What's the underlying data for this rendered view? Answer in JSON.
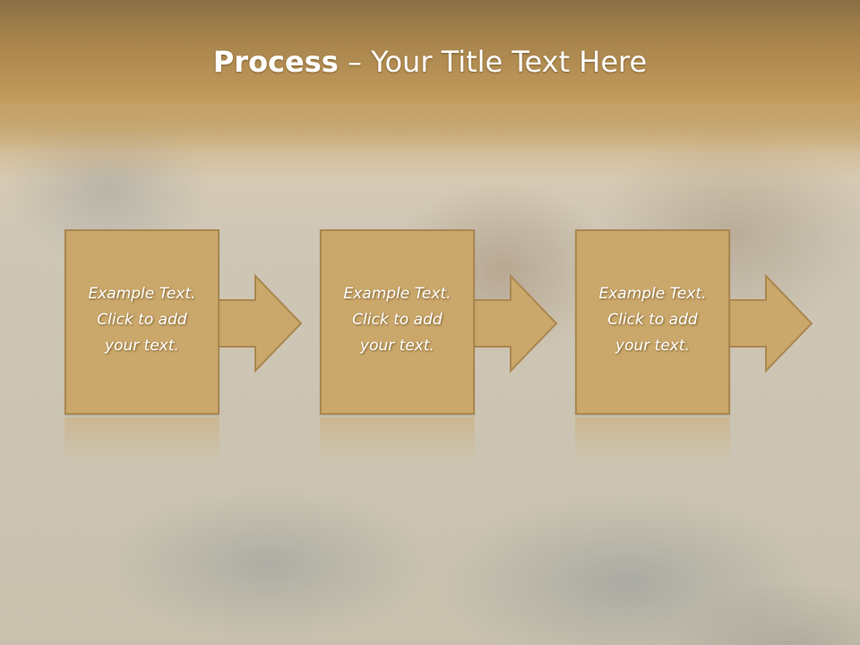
{
  "slide": {
    "title_bold": "Process",
    "title_rest": " – Your Title Text Here",
    "background_image": "couple-in-jeans-photo"
  },
  "process": {
    "steps": [
      {
        "lines": [
          "Example Text.",
          "Click  to add",
          "your text."
        ],
        "icon": "right-arrow-icon"
      },
      {
        "lines": [
          "Example Text.",
          "Click  to add",
          "your text."
        ],
        "icon": "right-arrow-icon"
      },
      {
        "lines": [
          "Example Text.",
          "Click  to add",
          "your text."
        ],
        "icon": "right-arrow-icon"
      }
    ]
  },
  "colors": {
    "box_fill": "#caa76a",
    "box_border": "#ab8750",
    "header_band": "#c19a5b",
    "text": "#ffffff"
  }
}
